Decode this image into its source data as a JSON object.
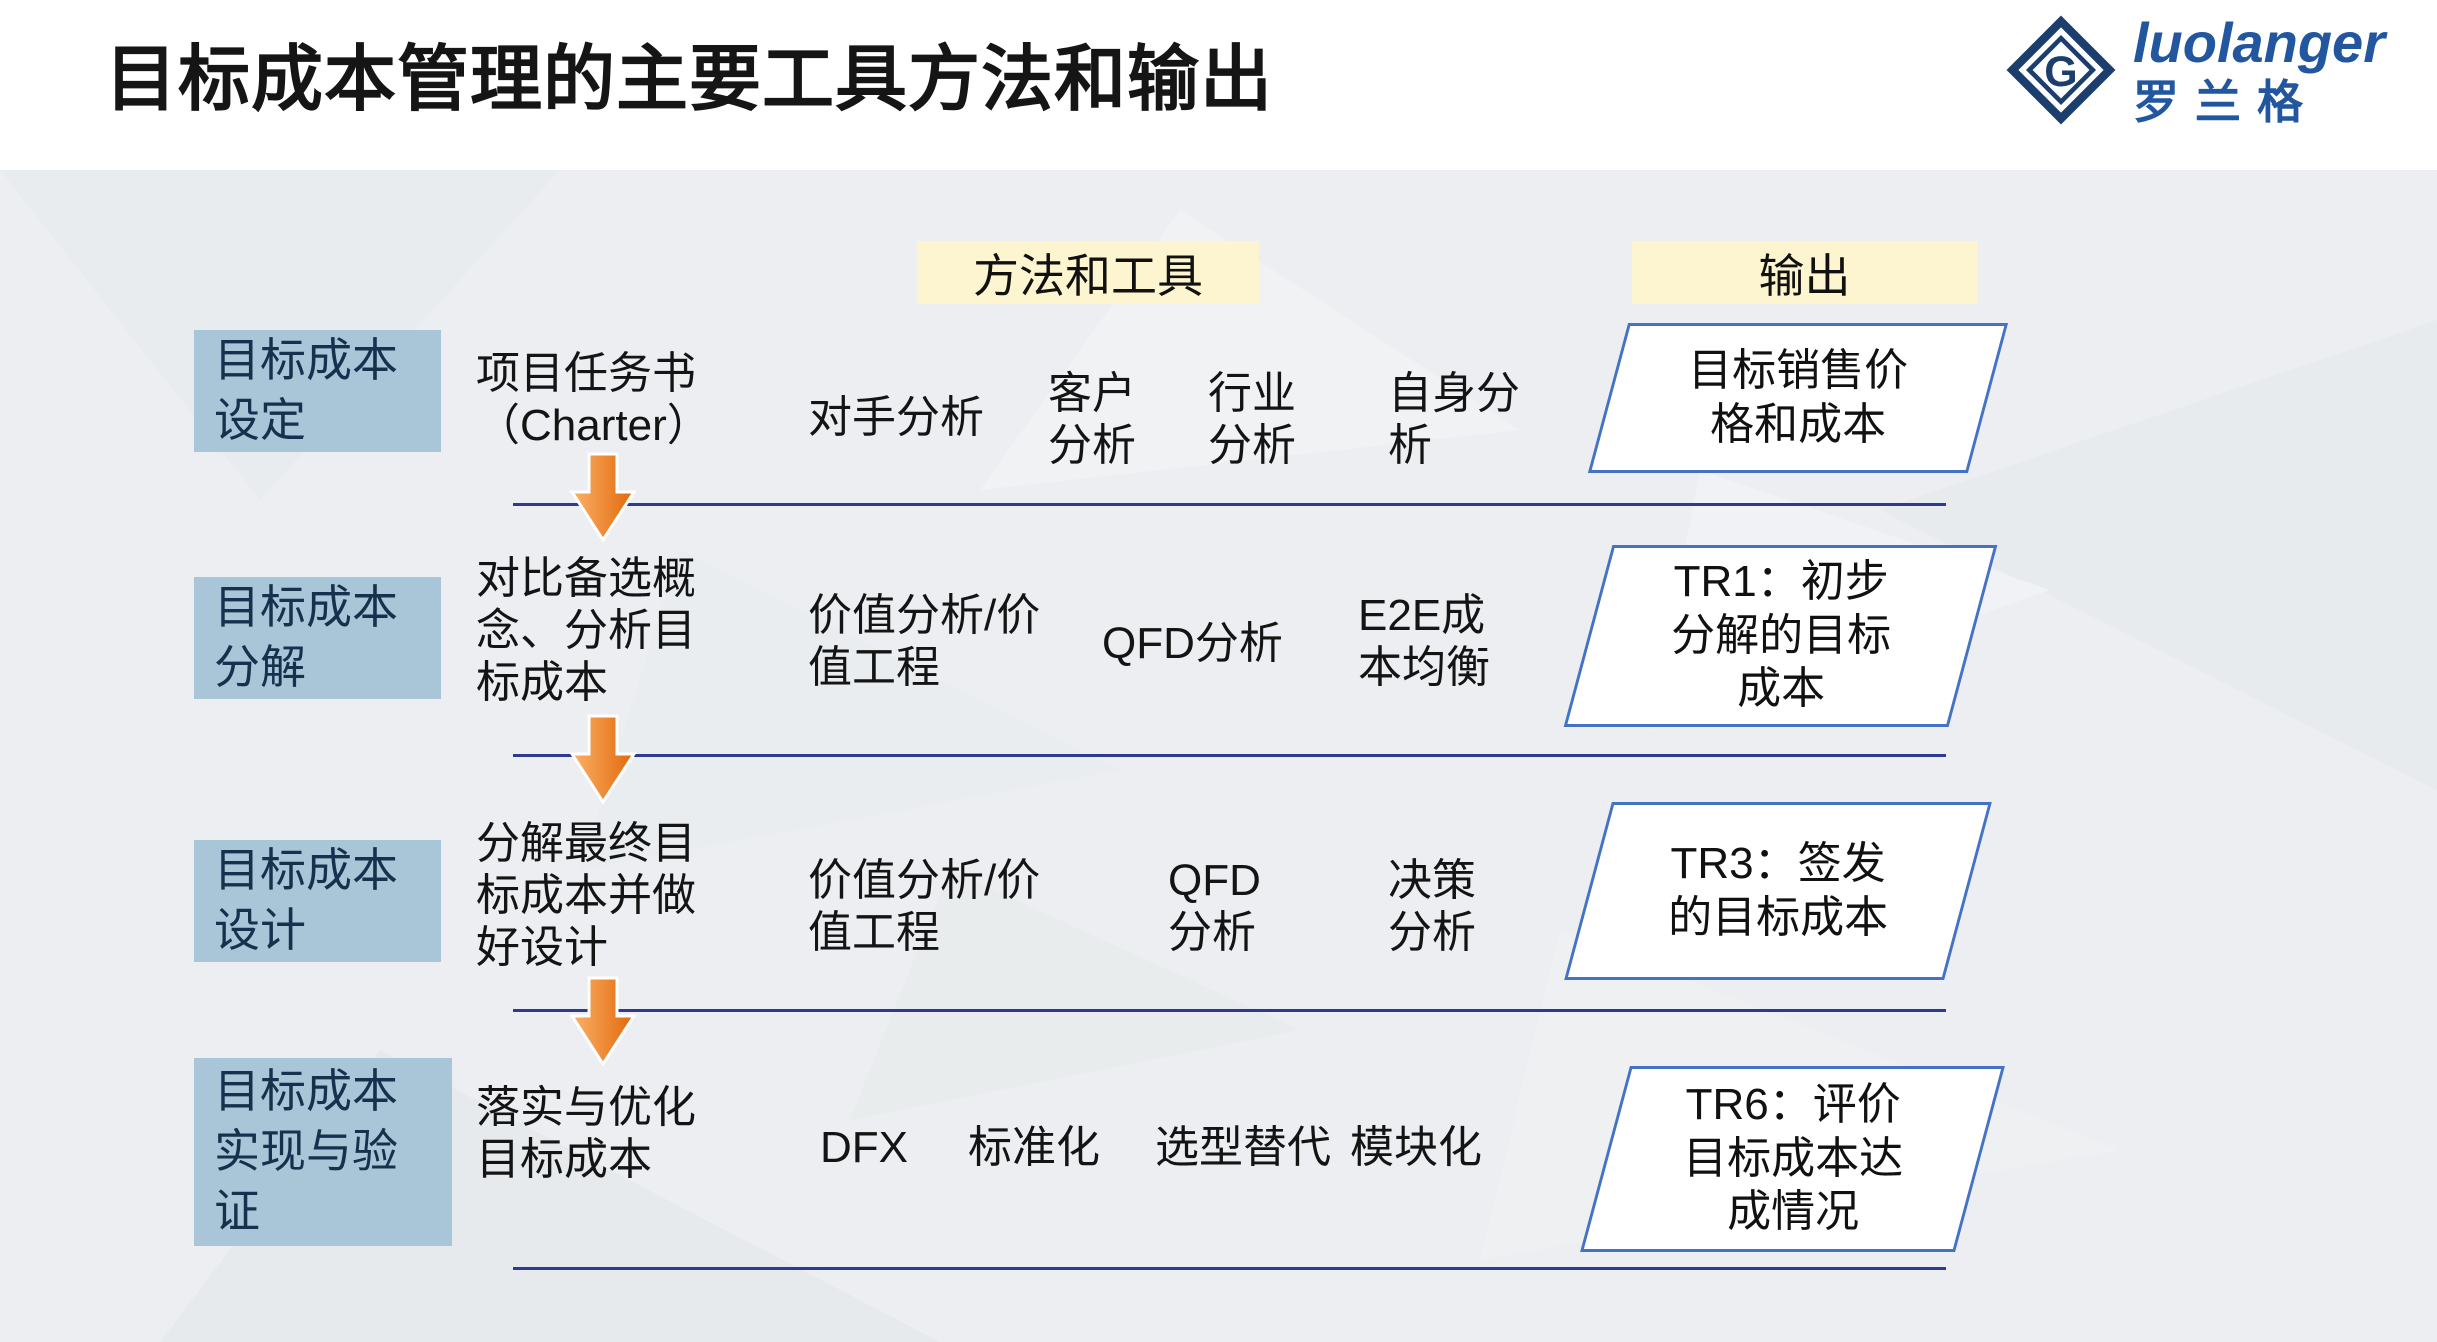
{
  "title": "目标成本管理的主要工具方法和输出",
  "logo": {
    "brand": "luolanger",
    "brand_cn": "罗兰格",
    "mark_letter": "G"
  },
  "column_headers": {
    "methods": "方法和工具",
    "output": "输出"
  },
  "rows": [
    {
      "phase": "目标成本\n设定",
      "activity": "项目任务书\n（Charter）",
      "tools": [
        "对手分析",
        "客户\n分析",
        "行业\n分析",
        "自身分\n析"
      ],
      "output": "目标销售价\n格和成本"
    },
    {
      "phase": "目标成本\n分解",
      "activity": "对比备选概\n念、分析目\n标成本",
      "tools": [
        "价值分析/价\n值工程",
        "QFD分析",
        "E2E成\n本均衡"
      ],
      "output": "TR1：初步\n分解的目标\n成本"
    },
    {
      "phase": "目标成本\n设计",
      "activity": "分解最终目\n标成本并做\n好设计",
      "tools": [
        "价值分析/价\n值工程",
        "QFD\n分析",
        "决策\n分析"
      ],
      "output": "TR3：签发\n的目标成本"
    },
    {
      "phase": "目标成本\n实现与验\n证",
      "activity": "落实与优化\n目标成本",
      "tools": [
        "DFX",
        "标准化",
        "选型替代",
        "模块化"
      ],
      "output": "TR6：评价\n目标成本达\n成情况"
    }
  ],
  "colors": {
    "phase_box_bg": "#a9c6d9",
    "header_bg": "#fdf5cf",
    "parallelogram_border": "#4472c4",
    "divider_line": "#2d3a8f",
    "arrow_orange": "#ed7d31",
    "brand_blue": "#2257a0",
    "background_gray": "#eceef1"
  }
}
